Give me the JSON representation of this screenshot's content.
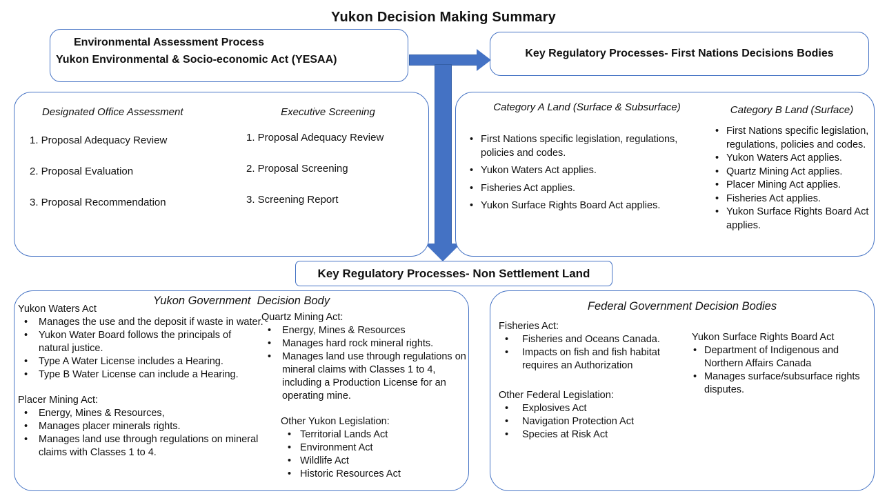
{
  "title": "Yukon Decision Making Summary",
  "colors": {
    "accent_blue": "#4472C4",
    "arrow_border": "#3560a8",
    "text": "#111111",
    "background": "#ffffff"
  },
  "eap_box": {
    "line1": "Environmental Assessment Process",
    "line2": "Yukon Environmental & Socio-economic Act (YESAA)"
  },
  "first_nations_box": {
    "title": "Key Regulatory Processes- First Nations Decisions Bodies"
  },
  "assessment_box": {
    "designated_office": {
      "heading": "Designated Office Assessment",
      "items": [
        "1. Proposal Adequacy Review",
        "2. Proposal Evaluation",
        "3. Proposal Recommendation"
      ]
    },
    "executive_screening": {
      "heading": "Executive Screening",
      "items": [
        "1. Proposal Adequacy Review",
        "2. Proposal Screening",
        "3. Screening Report"
      ]
    }
  },
  "category_box": {
    "category_a": {
      "heading": "Category A Land (Surface & Subsurface)",
      "bullet": "•",
      "items": [
        "First Nations specific legislation, regulations, policies and codes.",
        "Yukon Waters Act applies.",
        "Fisheries Act applies.",
        "Yukon Surface Rights Board Act applies."
      ]
    },
    "category_b": {
      "heading": "Category B Land (Surface)",
      "bullet": "•",
      "items": [
        "First Nations specific legislation, regulations, policies and codes.",
        "Yukon Waters Act applies.",
        "Quartz Mining Act applies.",
        "Placer Mining Act applies.",
        "Fisheries Act applies.",
        "Yukon Surface Rights Board Act applies."
      ]
    }
  },
  "non_settlement_box": {
    "title": "Key Regulatory Processes- Non Settlement Land"
  },
  "yukon_gov_box": {
    "title": "Yukon Government  Decision Body",
    "yukon_waters": {
      "heading": "Yukon Waters Act",
      "bullet": "•",
      "items": [
        "Manages the use and the deposit if waste in water.",
        "Yukon Water Board follows the principals of natural justice.",
        "Type A Water License includes a Hearing.",
        "Type B Water License can include a Hearing."
      ]
    },
    "placer_mining": {
      "heading": "Placer Mining Act:",
      "bullet": "•",
      "items": [
        "Energy, Mines & Resources,",
        "Manages placer minerals rights.",
        "Manages land use through regulations on mineral claims with Classes 1 to 4."
      ]
    },
    "quartz_mining": {
      "heading": "Quartz Mining Act:",
      "bullet": "•",
      "items": [
        "Energy, Mines & Resources",
        "Manages hard rock mineral rights.",
        "Manages land use through regulations on mineral claims with Classes 1 to 4, including a Production License for an operating mine."
      ]
    },
    "other_yukon": {
      "heading": "Other Yukon Legislation:",
      "bullet": "•",
      "items": [
        "Territorial Lands Act",
        "Environment Act",
        "Wildlife Act",
        "Historic Resources Act"
      ]
    }
  },
  "federal_gov_box": {
    "title": "Federal Government Decision Bodies",
    "fisheries": {
      "heading": "Fisheries Act:",
      "bullet": "•",
      "items": [
        "Fisheries and Oceans Canada.",
        "Impacts on fish and fish habitat requires an Authorization"
      ]
    },
    "other_federal": {
      "heading": "Other Federal Legislation:",
      "bullet": "•",
      "items": [
        "Explosives Act",
        "Navigation Protection Act",
        "Species at Risk Act"
      ]
    },
    "surface_rights": {
      "heading": "Yukon Surface Rights Board Act",
      "bullet": "•",
      "items": [
        "Department of Indigenous and Northern Affairs Canada",
        "Manages surface/subsurface rights disputes."
      ]
    }
  }
}
